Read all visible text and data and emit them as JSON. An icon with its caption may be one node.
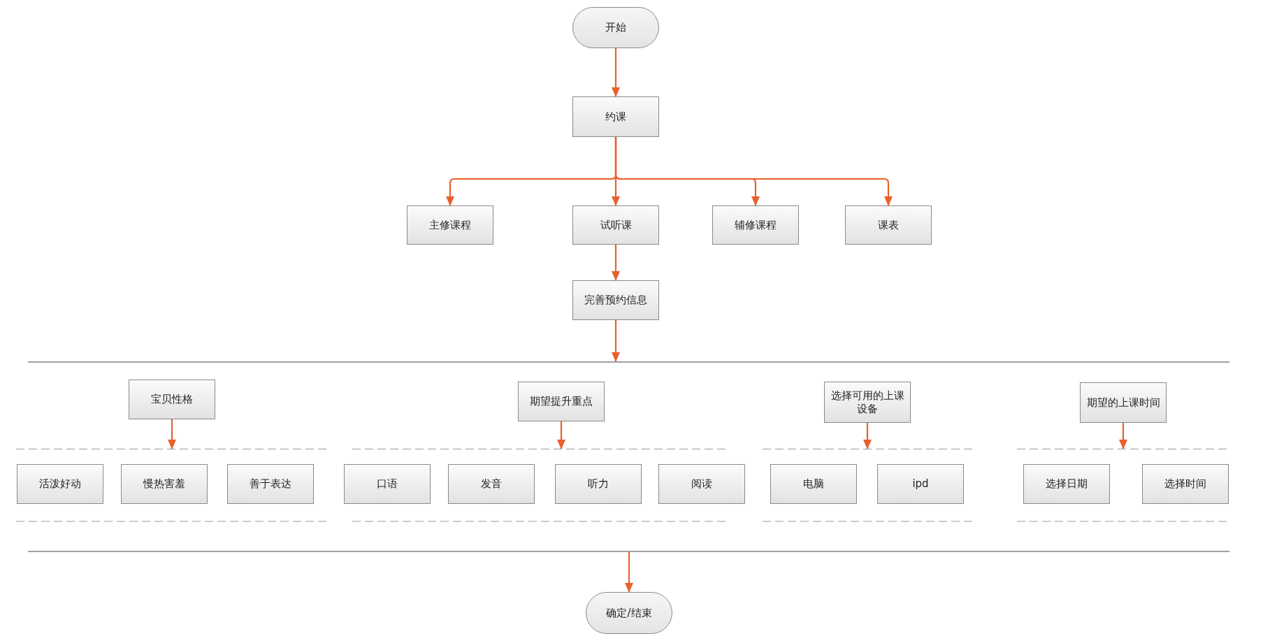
{
  "diagram": {
    "nodes": [
      {
        "text": [
          "开始"
        ]
      },
      {
        "text": [
          "约课"
        ]
      },
      {
        "text": [
          "主修课程"
        ]
      },
      {
        "text": [
          "试听课"
        ]
      },
      {
        "text": [
          "辅修课程"
        ]
      },
      {
        "text": [
          "课表"
        ]
      },
      {
        "text": [
          "完善预约信息"
        ]
      },
      {
        "text": [
          "宝贝性格"
        ]
      },
      {
        "text": [
          "期望提升重点"
        ]
      },
      {
        "text": [
          "选择可用的上课设备"
        ]
      },
      {
        "text": [
          "期望的上课时间"
        ]
      },
      {
        "text": [
          "活泼好动"
        ]
      },
      {
        "text": [
          "慢热害羞"
        ]
      },
      {
        "text": [
          "善于表达"
        ]
      },
      {
        "text": [
          "口语"
        ]
      },
      {
        "text": [
          "发音"
        ]
      },
      {
        "text": [
          "听力"
        ]
      },
      {
        "text": [
          "阅读"
        ]
      },
      {
        "text": [
          "电脑"
        ]
      },
      {
        "text": [
          "ipd"
        ]
      },
      {
        "text": [
          "选择日期"
        ]
      },
      {
        "text": [
          "选择时间"
        ]
      },
      {
        "text": [
          "确定/结束"
        ]
      },
      {
        "text": [],
        "shape": "bar"
      },
      {
        "text": [],
        "shape": "bar"
      },
      {
        "text": [],
        "shape": "line"
      },
      {
        "text": [],
        "shape": "line"
      },
      {
        "text": [],
        "shape": "line"
      },
      {
        "text": [],
        "shape": "line"
      }
    ],
    "edges": [
      {
        "from": 0,
        "to": 1,
        "arrow": "to"
      },
      {
        "from": 1,
        "to": 2,
        "arrow": "to"
      },
      {
        "from": 1,
        "to": 3,
        "arrow": "to"
      },
      {
        "from": 1,
        "to": 4,
        "arrow": "to"
      },
      {
        "from": 1,
        "to": 5,
        "arrow": "to"
      },
      {
        "from": 3,
        "to": 6,
        "arrow": "to"
      },
      {
        "from": 6,
        "to": 23,
        "arrow": "to"
      },
      {
        "from": 7,
        "to": 25,
        "arrow": "to"
      },
      {
        "from": 8,
        "to": 26,
        "arrow": "to"
      },
      {
        "from": 9,
        "to": 27,
        "arrow": "to"
      },
      {
        "from": 10,
        "to": 28,
        "arrow": "to"
      },
      {
        "from": 24,
        "to": 22,
        "arrow": "to"
      }
    ]
  }
}
